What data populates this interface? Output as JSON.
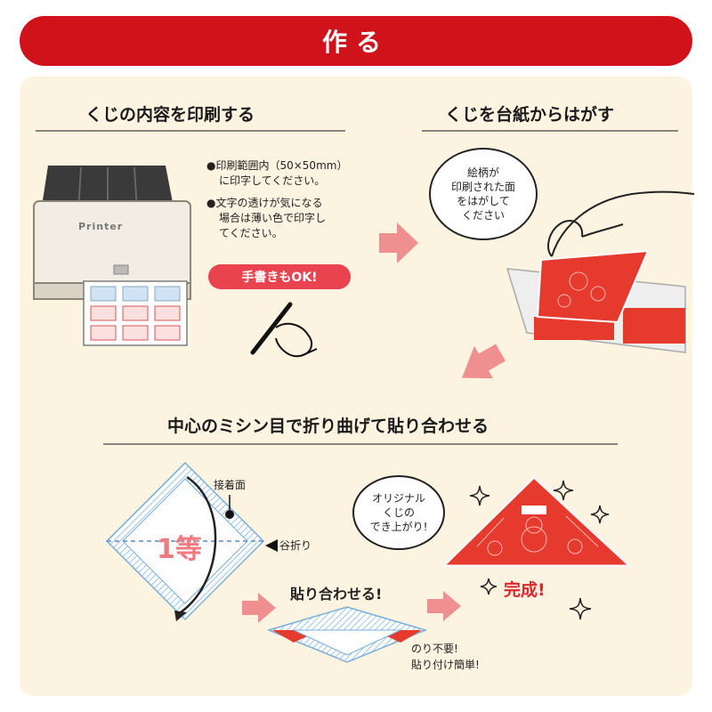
{
  "banner": {
    "title": "作る"
  },
  "step1": {
    "heading": "くじの内容を印刷する",
    "note1": [
      "●印刷範囲内（50×50mm）",
      "に印字してください。"
    ],
    "note2": [
      "●文字の透けが気になる",
      "場合は薄い色で印字し",
      "てください。"
    ],
    "handwrite_badge": "手書きもOK!",
    "printer_label": "Printer"
  },
  "step2": {
    "heading": "くじを台紙からはがす",
    "bubble": [
      "絵柄が",
      "印刷された面",
      "をはがして",
      "ください"
    ]
  },
  "step3": {
    "heading": "中心のミシン目で折り曲げて貼り合わせる",
    "adhesive_label": "接着面",
    "valley_label": "谷折り",
    "prize_label": "1等",
    "glue_heading": "貼り合わせる!",
    "glue_note": [
      "のり不要!",
      "貼り付け簡単!"
    ],
    "done_bubble": [
      "オリジナル",
      "くじの",
      "でき上がり!"
    ],
    "done_label": "完成!"
  },
  "colors": {
    "accent": "#d0121b",
    "panel": "#fdf3e1",
    "arrow": "#f08f8f",
    "stripe": "#9cc7e8"
  },
  "icons": [
    "printer-illustration",
    "pen-hand-icon",
    "peel-hand-illustration",
    "arrow-right-icon",
    "arrow-down-left-icon",
    "sparkle-icon"
  ]
}
